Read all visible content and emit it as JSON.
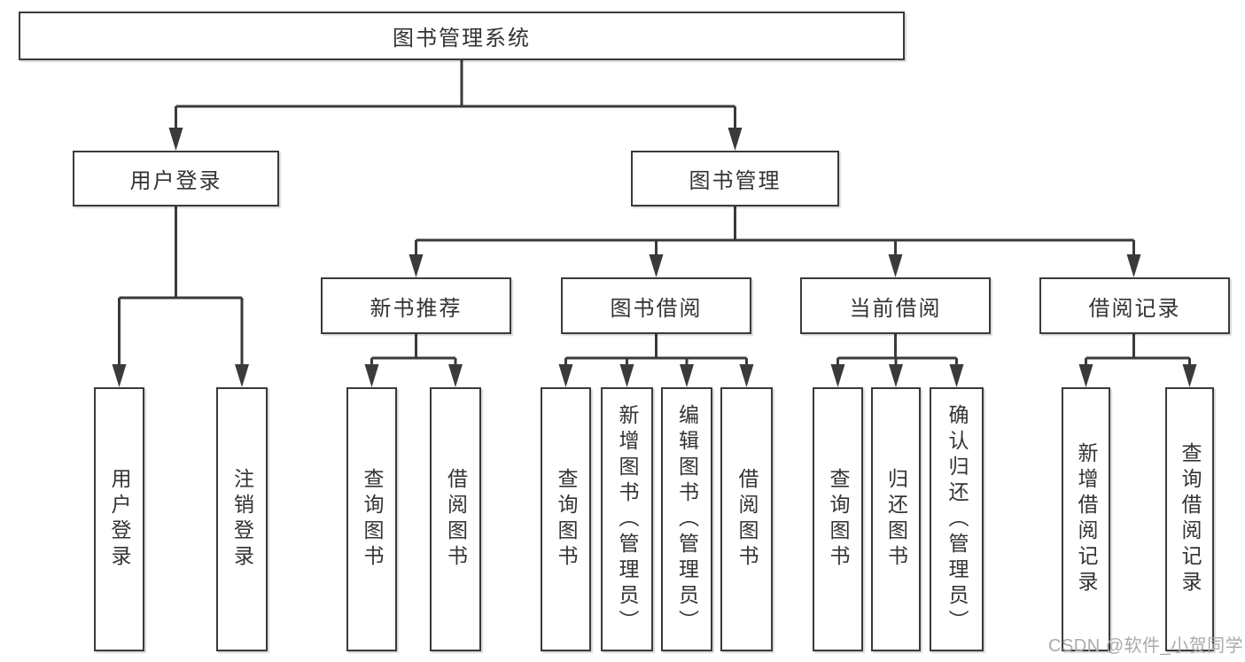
{
  "diagram": {
    "root": "图书管理系统",
    "branches": [
      {
        "label": "用户登录",
        "children": [
          "用户登录",
          "注销登录"
        ]
      },
      {
        "label": "图书管理",
        "children": [
          {
            "label": "新书推荐",
            "children": [
              "查询图书",
              "借阅图书"
            ]
          },
          {
            "label": "图书借阅",
            "children": [
              "查询图书",
              "新增图书（管理员）",
              "编辑图书（管理员）",
              "借阅图书"
            ]
          },
          {
            "label": "当前借阅",
            "children": [
              "查询图书",
              "归还图书",
              "确认归还（管理员）"
            ]
          },
          {
            "label": "借阅记录",
            "children": [
              "新增借阅记录",
              "查询借阅记录"
            ]
          }
        ]
      }
    ]
  },
  "watermark": "CSDN @软件_小贺同学",
  "colors": {
    "line": "#3a3a3a",
    "text": "#333333",
    "watermark": "#ababab",
    "background": "#ffffff"
  }
}
